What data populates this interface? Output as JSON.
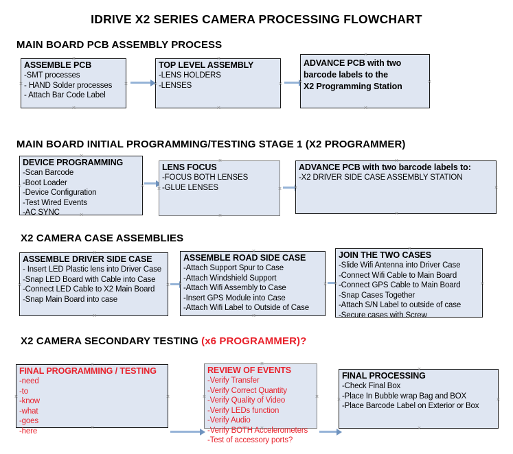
{
  "document": {
    "title": "IDRIVE X2  SERIES CAMERA PROCESSING FLOWCHART"
  },
  "colors": {
    "box_fill": "#dfe6f2",
    "box_border_dark": "#1a1a1a",
    "box_border_gray": "#7d7d7d",
    "arrow": "#95b3d7",
    "accent_red": "#e8212b",
    "text": "#000000",
    "background": "#ffffff"
  },
  "sections": [
    {
      "id": "main-board-pcb-assembly",
      "heading": "MAIN BOARD PCB ASSEMBLY PROCESS",
      "heading_accent": "",
      "boxes": [
        {
          "id": "assemble-pcb",
          "title": "ASSEMBLE PCB",
          "lines": [
            "-SMT processes",
            "- HAND Solder processes",
            "- Attach Bar Code Label"
          ]
        },
        {
          "id": "top-level-assembly",
          "title": "TOP LEVEL ASSEMBLY",
          "lines": [
            "-LENS HOLDERS",
            "-LENSES"
          ]
        },
        {
          "id": "advance-pcb-to-x2-programming-station",
          "title": "",
          "lines": [
            "ADVANCE PCB with two",
            "barcode labels to the",
            " X2 Programming Station"
          ]
        }
      ]
    },
    {
      "id": "main-board-initial-programming",
      "heading": "MAIN BOARD INITIAL PROGRAMMING/TESTING STAGE 1 (X2 PROGRAMMER)",
      "heading_accent": "",
      "boxes": [
        {
          "id": "device-programming",
          "title": "DEVICE PROGRAMMING",
          "lines": [
            "-Scan Barcode",
            "-Boot Loader",
            "-Device Configuration",
            "-Test Wired Events",
            "-AC SYNC"
          ]
        },
        {
          "id": "lens-focus",
          "title": "LENS FOCUS",
          "lines": [
            "-FOCUS BOTH LENSES",
            "-GLUE LENSES"
          ]
        },
        {
          "id": "advance-pcb-to-driver-side-case-station",
          "title": "ADVANCE PCB with two barcode labels to:",
          "lines": [
            "-X2 DRIVER  SIDE  CASE  ASSEMBLY STATION"
          ]
        }
      ]
    },
    {
      "id": "x2-camera-case-assemblies",
      "heading": "X2 CAMERA CASE ASSEMBLIES",
      "heading_accent": "",
      "boxes": [
        {
          "id": "assemble-driver-side-case",
          "title": "ASSEMBLE DRIVER SIDE CASE",
          "lines": [
            "- Insert LED Plastic lens into Driver Case",
            "-Snap LED Board with Cable into Case",
            "-Connect LED Cable to X2 Main Board",
            "-Snap Main Board into case"
          ]
        },
        {
          "id": "assemble-road-side-case",
          "title": "ASSEMBLE ROAD SIDE CASE",
          "lines": [
            "-Attach Support Spur to Case",
            "-Attach Windshield Support",
            "-Attach Wifi Assembly to Case",
            "-Insert GPS Module into Case",
            "-Attach Wifi Label to Outside of Case"
          ]
        },
        {
          "id": "join-the-two-cases",
          "title": "JOIN THE TWO CASES",
          "lines": [
            "-Slide Wifi Antenna into Driver Case",
            "-Connect Wifi Cable to Main Board",
            "-Connect GPS Cable to Main Board",
            "-Snap Cases Together",
            "-Attach S/N Label to outside of case",
            "-Secure cases with Screw"
          ]
        }
      ]
    },
    {
      "id": "x2-camera-secondary-testing",
      "heading": "X2 CAMERA SECONDARY TESTING ",
      "heading_accent": "(x6 PROGRAMMER)?",
      "boxes": [
        {
          "id": "final-programming-testing",
          "title": "FINAL PROGRAMMING / TESTING",
          "lines": [
            "-need",
            "-to",
            "-know",
            "-what",
            "-goes",
            "-here"
          ]
        },
        {
          "id": "review-of-events",
          "title": "REVIEW OF EVENTS",
          "lines": [
            "-Verify Transfer",
            "-Verify Correct Quantity",
            "-Verify Quality of Video",
            "-Verify LEDs function",
            "-Verify Audio",
            "-Verify BOTH Accelerometers",
            "-Test of accessory ports?"
          ]
        },
        {
          "id": "final-processing",
          "title": "FINAL PROCESSING",
          "lines": [
            " -Check Final Box",
            "-Place In Bubble wrap Bag and BOX",
            "-Place Barcode Label on Exterior or Box"
          ]
        }
      ]
    }
  ]
}
